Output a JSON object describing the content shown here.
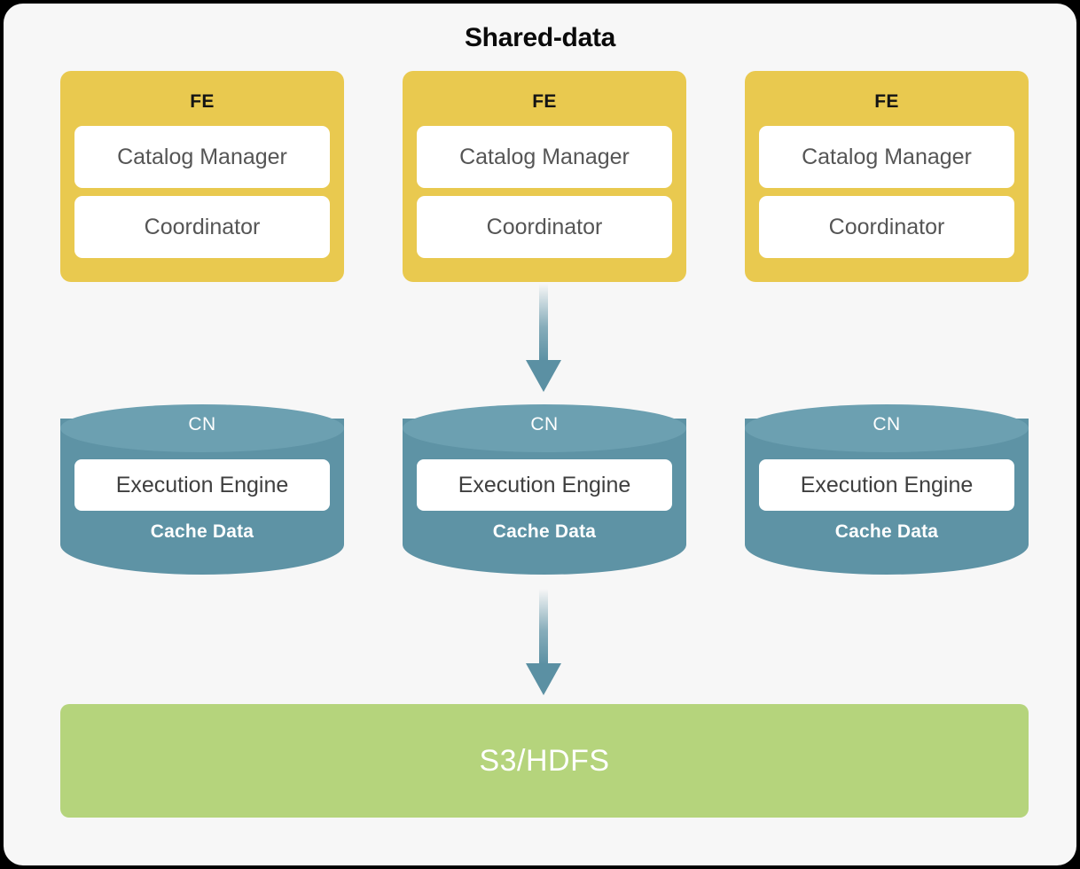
{
  "diagram": {
    "title": "Shared-data",
    "colors": {
      "canvas_background": "#000000",
      "card_background": "#f7f7f7",
      "fe_fill": "#e9c94f",
      "fe_subbox_fill": "#ffffff",
      "cn_body_fill": "#5e93a5",
      "cn_cap_fill": "#6ca0b1",
      "cn_subbox_fill": "#ffffff",
      "storage_fill": "#b5d47c",
      "arrow_color": "#5b90a3",
      "title_color": "#0a0a0a",
      "subbox_text_color": "#555555",
      "white_text": "#ffffff"
    },
    "fe_nodes": [
      {
        "title": "FE",
        "components": [
          {
            "label": "Catalog Manager"
          },
          {
            "label": "Coordinator"
          }
        ]
      },
      {
        "title": "FE",
        "components": [
          {
            "label": "Catalog Manager"
          },
          {
            "label": "Coordinator"
          }
        ]
      },
      {
        "title": "FE",
        "components": [
          {
            "label": "Catalog Manager"
          },
          {
            "label": "Coordinator"
          }
        ]
      }
    ],
    "cn_nodes": [
      {
        "title": "CN",
        "engine": "Execution Engine",
        "cache": "Cache Data"
      },
      {
        "title": "CN",
        "engine": "Execution Engine",
        "cache": "Cache Data"
      },
      {
        "title": "CN",
        "engine": "Execution Engine",
        "cache": "Cache Data"
      }
    ],
    "arrows": [
      {
        "name": "fe-to-cn-arrow",
        "direction": "down",
        "from": "FE",
        "to": "CN"
      },
      {
        "name": "cn-to-storage-arrow",
        "direction": "down",
        "from": "CN",
        "to": "S3/HDFS"
      }
    ],
    "storage": {
      "label": "S3/HDFS"
    }
  }
}
